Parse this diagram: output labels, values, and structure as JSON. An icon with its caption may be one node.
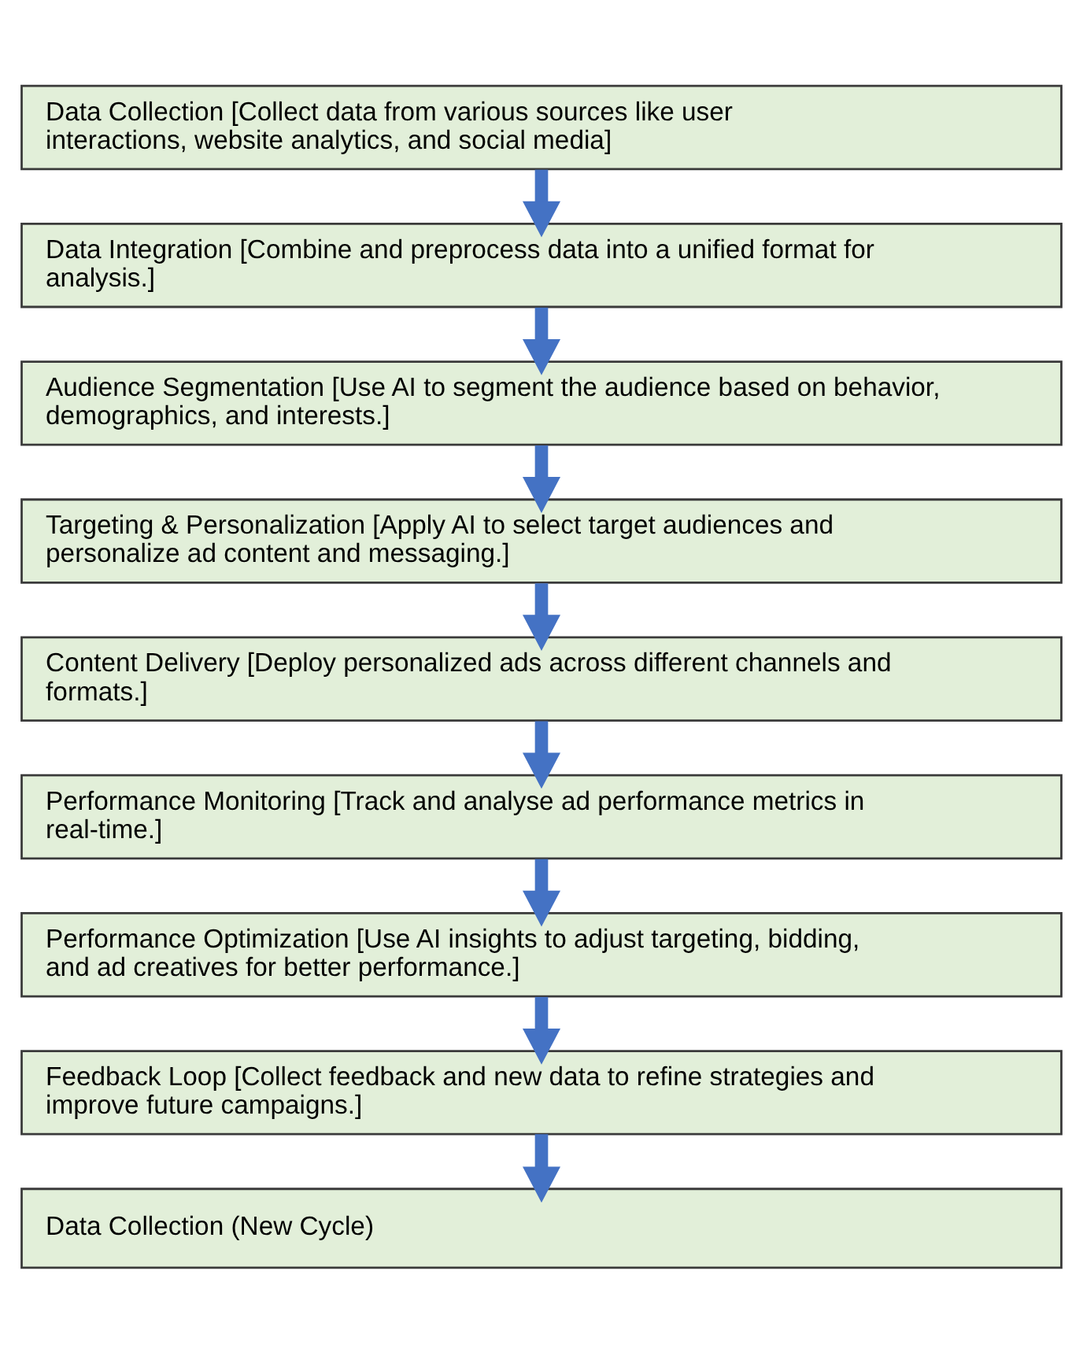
{
  "diagram": {
    "nodes": [
      {
        "text": [
          "Data Collection [Collect data from various sources like user interactions, website analytics, and social media]"
        ]
      },
      {
        "text": [
          "Data Integration [Combine and preprocess data into a unified format for analysis.]"
        ]
      },
      {
        "text": [
          "Audience Segmentation [Use AI to segment the audience based on behavior, demographics, and interests.]"
        ]
      },
      {
        "text": [
          "Targeting & Personalization [Apply AI to select target audiences and personalize ad content and messaging.]"
        ]
      },
      {
        "text": [
          "Content Delivery [Deploy personalized ads across different channels and formats.]"
        ]
      },
      {
        "text": [
          "Performance Monitoring [Track and analyse ad performance metrics in real-time.]"
        ]
      },
      {
        "text": [
          "Performance Optimization [Use AI insights to adjust targeting, bidding, and ad creatives for better performance.]"
        ]
      },
      {
        "text": [
          "Feedback Loop [Collect feedback and new data to refine strategies and improve future campaigns.]"
        ]
      },
      {
        "text": [
          "Data Collection (New Cycle)"
        ]
      }
    ],
    "edges": [
      {
        "from": 0,
        "to": 1,
        "arrow": "to"
      },
      {
        "from": 1,
        "to": 2,
        "arrow": "to"
      },
      {
        "from": 2,
        "to": 3,
        "arrow": "to"
      },
      {
        "from": 3,
        "to": 4,
        "arrow": "to"
      },
      {
        "from": 4,
        "to": 5,
        "arrow": "to"
      },
      {
        "from": 5,
        "to": 6,
        "arrow": "to"
      },
      {
        "from": 6,
        "to": 7,
        "arrow": "to"
      },
      {
        "from": 7,
        "to": 8,
        "arrow": "to"
      }
    ]
  }
}
